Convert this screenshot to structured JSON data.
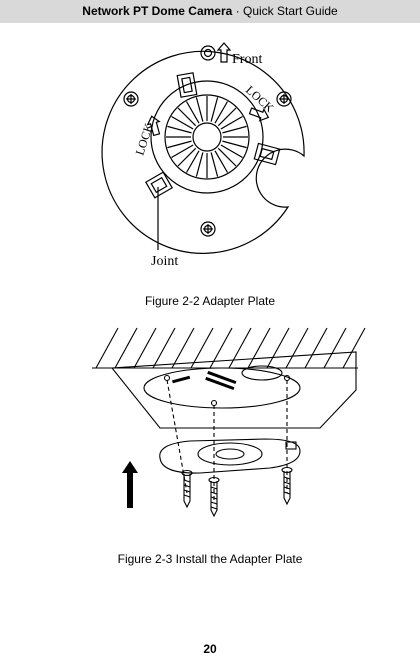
{
  "header": {
    "product": "Network PT Dome Camera",
    "separator": " · ",
    "guide": "Quick Start Guide"
  },
  "figure1": {
    "label_front": "Front",
    "label_lock_left": "LOCK",
    "label_lock_right": "LOCK",
    "label_joint": "Joint",
    "caption": "Figure 2-2 Adapter Plate"
  },
  "figure2": {
    "caption": "Figure 2-3 Install the Adapter Plate"
  },
  "footer": {
    "page_number": "20"
  }
}
